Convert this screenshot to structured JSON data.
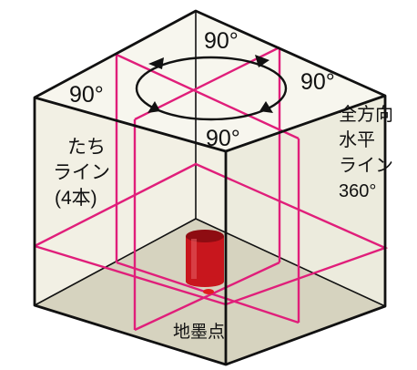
{
  "labels": {
    "angle_top": "90°",
    "angle_left": "90°",
    "angle_right": "90°",
    "angle_bottom": "90°",
    "vertical_lines": [
      "たち",
      "ライン",
      "(4本)"
    ],
    "horizontal_line": [
      "全方向",
      "水平",
      "ライン",
      "360°"
    ],
    "plumb_point": "地墨点"
  },
  "colors": {
    "laser": "#e01e7a",
    "outline": "#111111",
    "wall_fill": "#f2f0e4",
    "floor_fill": "#d6d3bf",
    "device_red": "#c8161d",
    "device_dark": "#8e0c12"
  },
  "icons": [
    "rotation-arrows-icon",
    "laser-device-icon"
  ]
}
